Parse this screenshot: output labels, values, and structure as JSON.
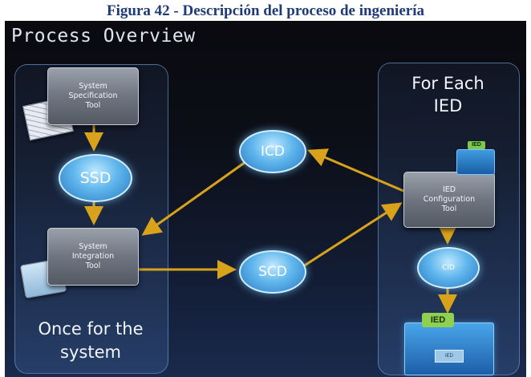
{
  "caption": "Figura 42 - Descripción del proceso de ingeniería",
  "slide": {
    "title": "Process Overview",
    "left_panel_label": "Once for the\nsystem",
    "right_panel_label": "For Each\nIED",
    "tools": {
      "spec": "System\nSpecification\nTool",
      "integration": "System\nIntegration\nTool",
      "ied_config": "IED\nConfiguration\nTool"
    },
    "nodes": {
      "ssd": "SSD",
      "icd": "ICD",
      "scd": "SCD",
      "cid": "CID"
    },
    "box_tags": {
      "small": "IED",
      "big": "IED",
      "big_inner": "IED"
    },
    "colors": {
      "arrow": "#d9a21b",
      "node": "#5fb6ec",
      "panel_border": "#78aae6"
    }
  }
}
